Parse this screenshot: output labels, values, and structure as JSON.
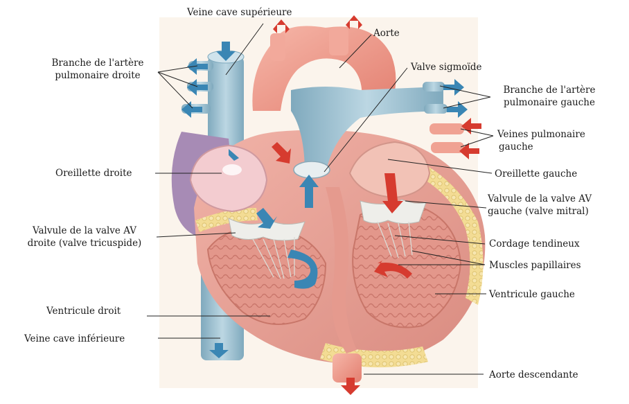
{
  "diagram": {
    "colors": {
      "ventricle_wall": "#e9a39a",
      "chamber_inner": "#f2c2b6",
      "aorta": "#ef9e8f",
      "vein_blue": "#9fc3d3",
      "arrow_blue": "#3a86b4",
      "arrow_red": "#d63b2f",
      "fat_yellow": "#f1d88a",
      "valve_white": "#eeeeea",
      "right_atrium_purple": "#a78bb5"
    },
    "labels": {
      "veine_cave_superieure": "Veine cave supérieure",
      "aorte": "Aorte",
      "branche_art_pulm_droite_1": "Branche de l'artère",
      "branche_art_pulm_droite_2": "pulmonaire droite",
      "valve_sigmoide": "Valve sigmoïde",
      "branche_art_pulm_gauche_1": "Branche de l'artère",
      "branche_art_pulm_gauche_2": "pulmonaire gauche",
      "veines_pulmonaire_gauche_1": "Veines pulmonaire",
      "veines_pulmonaire_gauche_2": "gauche",
      "oreillette_droite": "Oreillette droite",
      "oreillette_gauche": "Oreillette gauche",
      "valvule_av_gauche_1": "Valvule de la valve AV",
      "valvule_av_gauche_2": "gauche (valve mitral)",
      "valvule_av_droite_1": "Valvule de la valve AV",
      "valvule_av_droite_2": "droite (valve tricuspide)",
      "cordage_tendineux": "Cordage tendineux",
      "muscles_papillaires": "Muscles papillaires",
      "ventricule_gauche": "Ventricule gauche",
      "ventricule_droit": "Ventricule droit",
      "veine_cave_inferieure": "Veine cave inférieure",
      "aorte_descendante": "Aorte descendante"
    }
  }
}
